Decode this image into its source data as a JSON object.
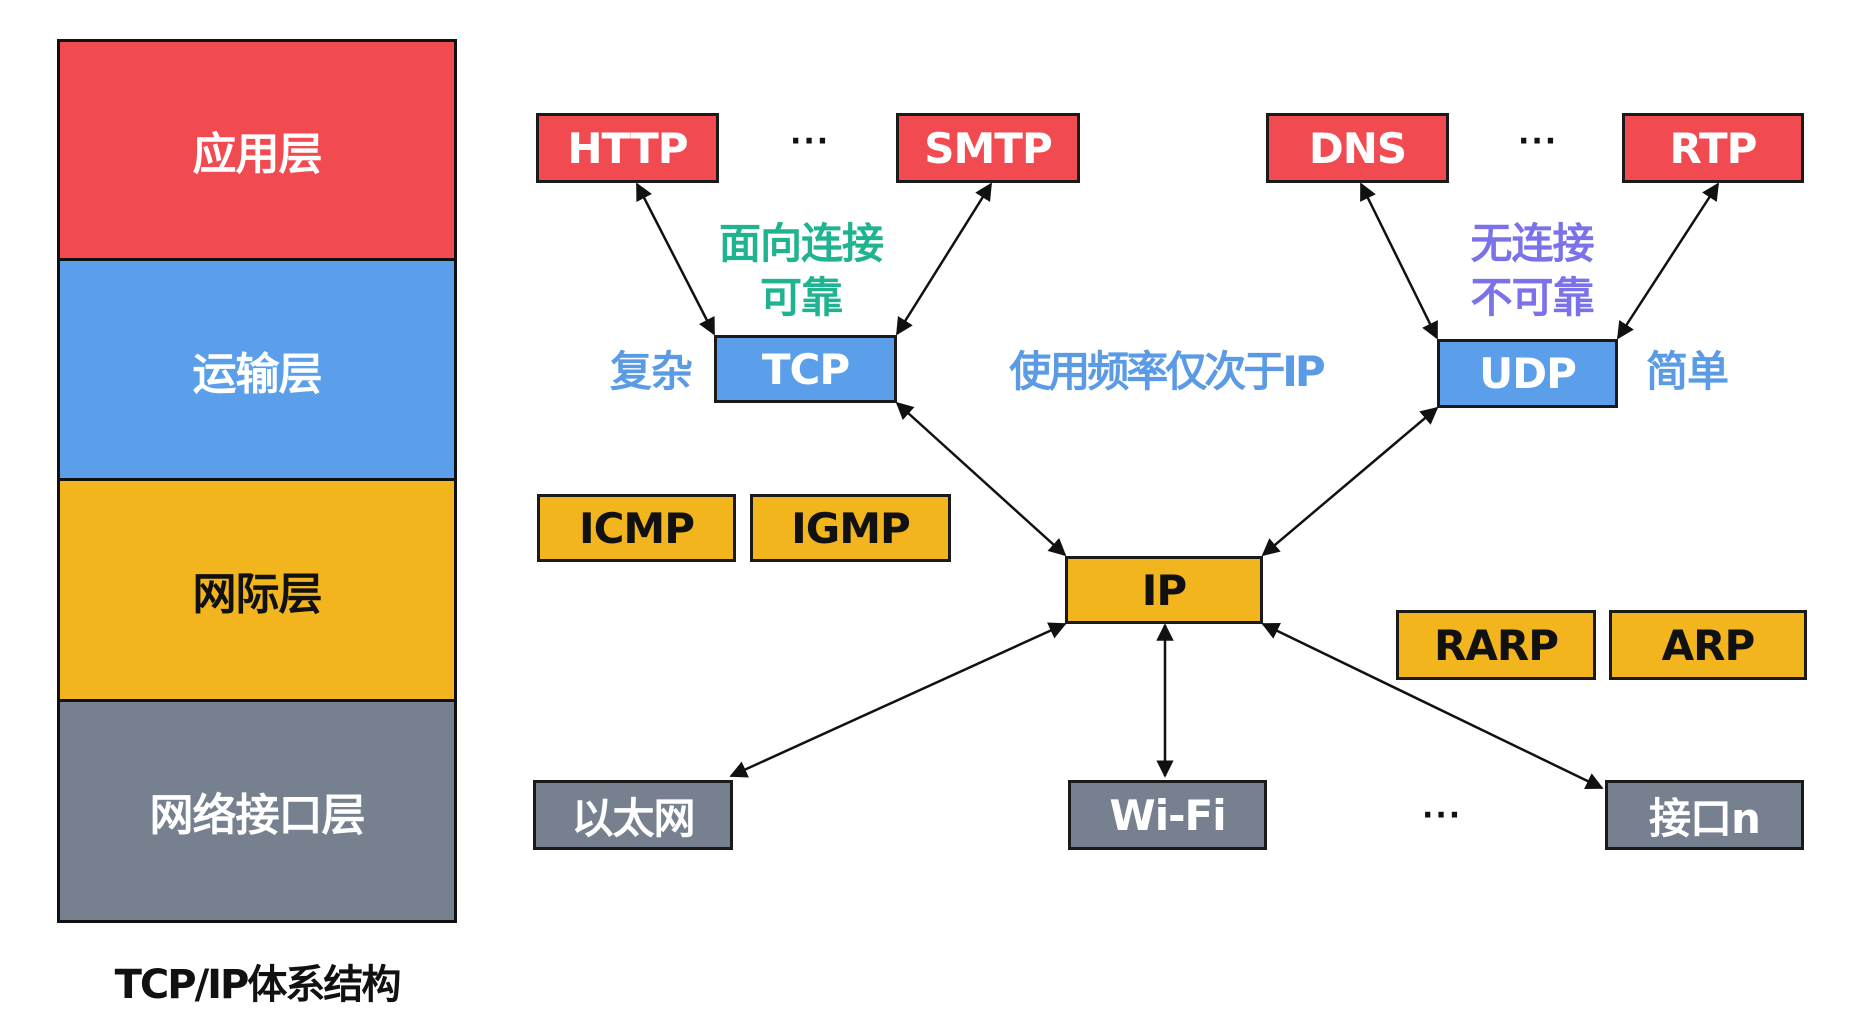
{
  "layers": [
    {
      "label": "应用层",
      "color": "#f24a51"
    },
    {
      "label": "运输层",
      "color": "#5b9fea"
    },
    {
      "label": "网际层",
      "color": "#f2b51d"
    },
    {
      "label": "网络接口层",
      "color": "#76808f"
    }
  ],
  "caption": "TCP/IP体系结构",
  "application_protocols": {
    "http": "HTTP",
    "smtp": "SMTP",
    "dns": "DNS",
    "rtp": "RTP",
    "ellipsis_left": "···",
    "ellipsis_right": "···"
  },
  "transport_protocols": {
    "tcp": "TCP",
    "udp": "UDP"
  },
  "annotations": {
    "tcp_line1": "面向连接",
    "tcp_line2": "可靠",
    "tcp_side": "复杂",
    "udp_line1": "无连接",
    "udp_line2": "不可靠",
    "udp_side": "简单",
    "tcp_usage": "使用频率仅次于IP"
  },
  "internet_protocols": {
    "icmp": "ICMP",
    "igmp": "IGMP",
    "ip": "IP",
    "rarp": "RARP",
    "arp": "ARP"
  },
  "network_interfaces": {
    "ethernet": "以太网",
    "wifi": "Wi-Fi",
    "interface_n": "接口n",
    "ellipsis": "···"
  },
  "colors": {
    "application": "#f24a51",
    "transport": "#5b9fea",
    "internet": "#f2b51d",
    "network_interface": "#76808f",
    "reliable_text": "#1fb38f",
    "unreliable_text": "#7b72e9",
    "note_text": "#5b9be6"
  },
  "connections": [
    {
      "from": "HTTP",
      "to": "TCP"
    },
    {
      "from": "SMTP",
      "to": "TCP"
    },
    {
      "from": "DNS",
      "to": "UDP"
    },
    {
      "from": "RTP",
      "to": "UDP"
    },
    {
      "from": "TCP",
      "to": "IP"
    },
    {
      "from": "UDP",
      "to": "IP"
    },
    {
      "from": "IP",
      "to": "以太网"
    },
    {
      "from": "IP",
      "to": "Wi-Fi"
    },
    {
      "from": "IP",
      "to": "接口n"
    }
  ]
}
